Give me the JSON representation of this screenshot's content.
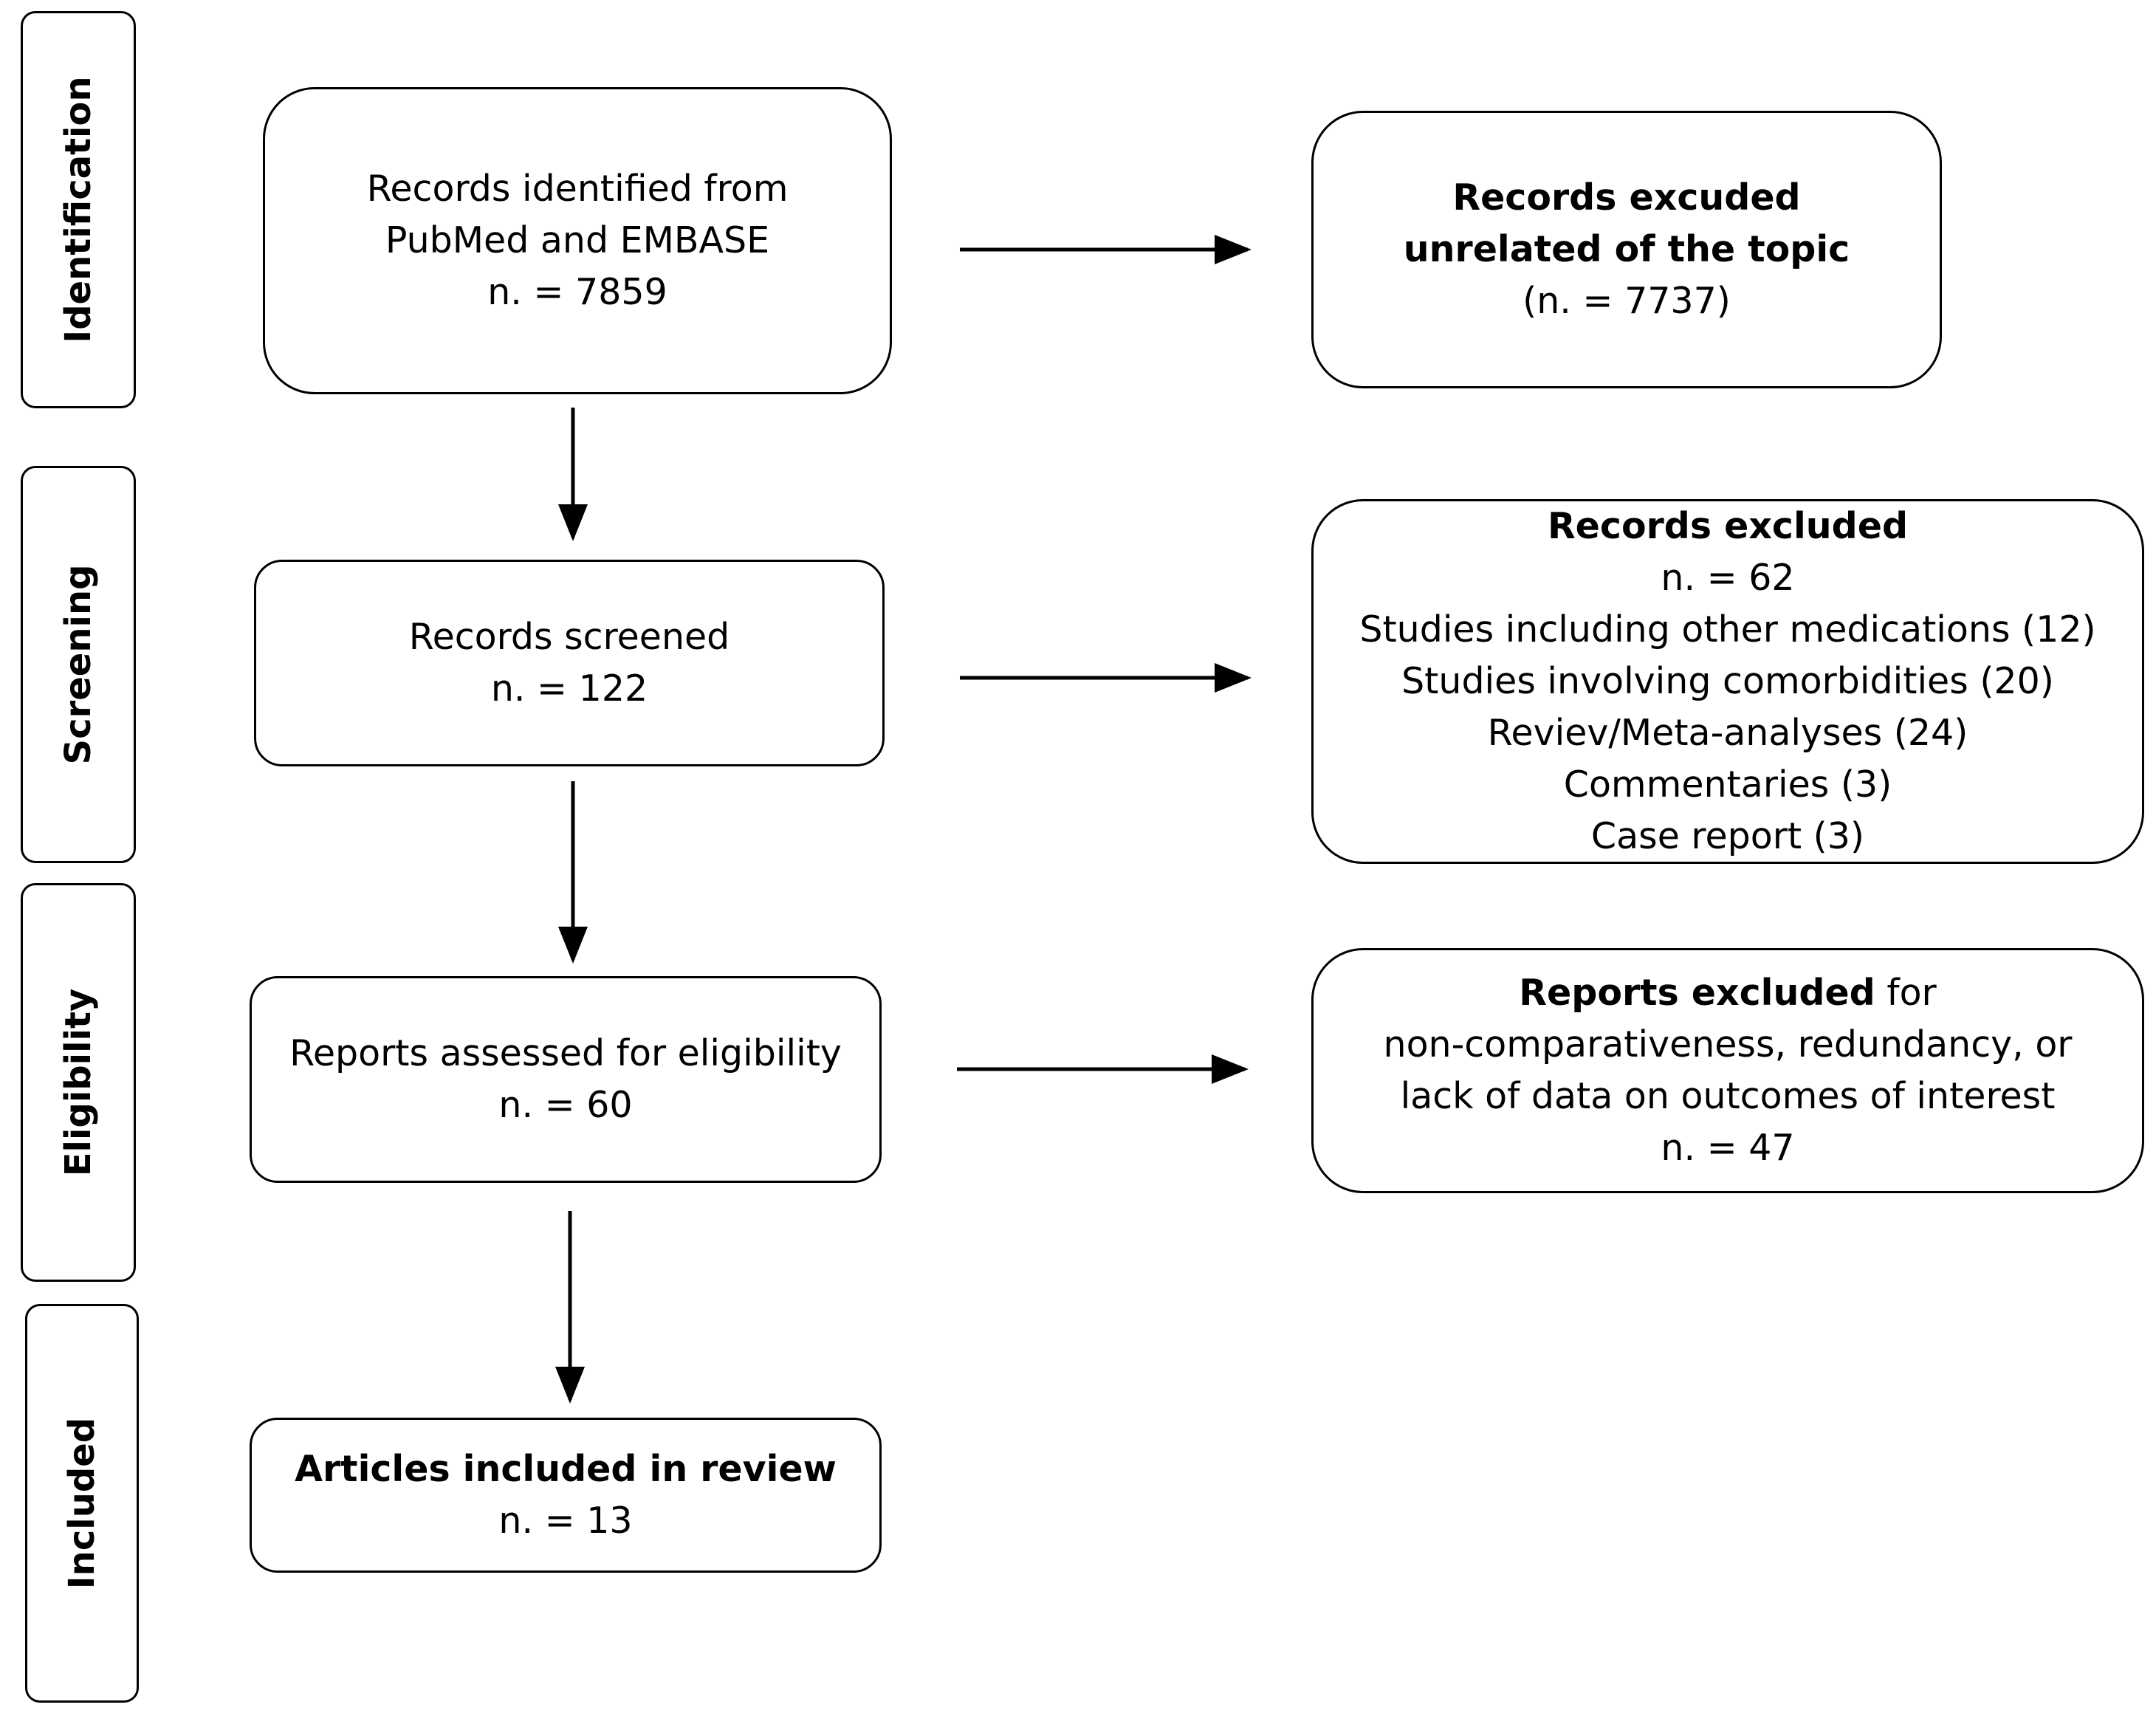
{
  "phases": {
    "identification": "Identification",
    "screening": "Screening",
    "eligibility": "Eligibility",
    "included": "Included"
  },
  "main_flow": {
    "identified": {
      "line1": "Records identified from",
      "line2": "PubMed and EMBASE",
      "count": "n. = 7859"
    },
    "screened": {
      "title": "Records screened",
      "count": "n. = 122"
    },
    "assessed": {
      "title": "Reports assessed for eligibility",
      "count": "n. = 60"
    },
    "included": {
      "title": "Articles included in review",
      "count": "n. = 13"
    }
  },
  "exclusions": {
    "unrelated": {
      "line1": "Records excuded",
      "line2": "unrelated of the topic",
      "count": "(n. = 7737)"
    },
    "screening": {
      "title": "Records excluded",
      "count": "n. = 62",
      "reasons": [
        "Studies including other medications (12)",
        "Studies involving comorbidities (20)",
        "Reviev/Meta-analyses  (24)",
        "Commentaries (3)",
        "Case report (3)"
      ]
    },
    "eligibility": {
      "title": "Reports excluded",
      "title_suffix": " for",
      "line2": "non-comparativeness, redundancy, or",
      "line3": "lack of data on outcomes of interest",
      "count": "n. = 47"
    }
  }
}
